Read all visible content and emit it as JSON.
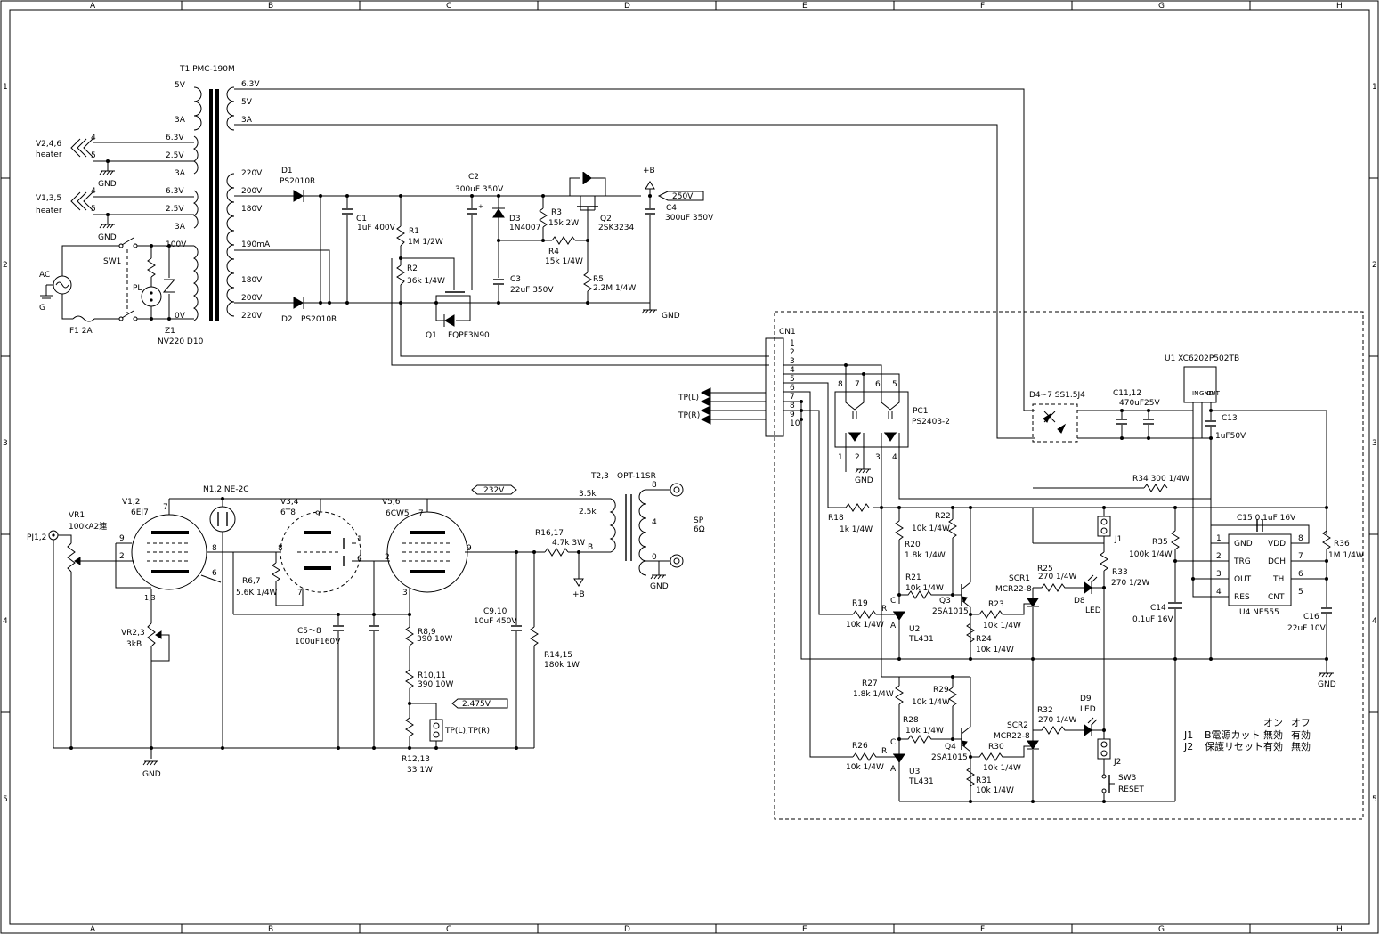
{
  "border": {
    "cols": [
      "A",
      "B",
      "C",
      "D",
      "E",
      "F",
      "G",
      "H"
    ],
    "rows": [
      "1",
      "2",
      "3",
      "4",
      "5"
    ]
  },
  "power": {
    "t1": "T1  PMC-190M",
    "pri_taps": [
      "100V",
      "0V"
    ],
    "sec_taps": [
      "6.3V",
      "5V",
      "3A",
      "220V",
      "200V",
      "180V",
      "190mA",
      "180V",
      "200V",
      "220V"
    ],
    "heater_taps": [
      "5V",
      "3A",
      "6.3V",
      "2.5V",
      "3A",
      "6.3V",
      "2.5V",
      "3A"
    ],
    "heater_pins": [
      "4",
      "5",
      "4",
      "5"
    ],
    "heater1": [
      "V2,4,6",
      "heater"
    ],
    "heater2": [
      "V1,3,5",
      "heater"
    ],
    "ac": "AC",
    "g": "G",
    "sw1": "SW1",
    "pl": "PL",
    "f1": "F1  2A",
    "z1": [
      "Z1",
      "NV220 D10"
    ],
    "d1": [
      "D1",
      "PS2010R"
    ],
    "d2": [
      "D2",
      "PS2010R"
    ],
    "c1": [
      "C1",
      "1uF 400V"
    ],
    "c2": "C2",
    "c2v": "300uF 350V",
    "r1": [
      "R1",
      "1M 1/2W"
    ],
    "r2": [
      "R2",
      "36k 1/4W"
    ],
    "q1": [
      "Q1",
      "FQPF3N90"
    ],
    "d3": [
      "D3",
      "1N4007"
    ],
    "c3": [
      "C3",
      "22uF 350V"
    ],
    "r3": [
      "R3",
      "15k 2W"
    ],
    "r4": [
      "R4",
      "15k 1/4W"
    ],
    "r5": [
      "R5",
      "2.2M 1/4W"
    ],
    "q2": [
      "Q2",
      "2SK3234"
    ],
    "b": "+B",
    "v250": "250V",
    "c4": [
      "C4",
      "300uF 350V"
    ],
    "gnd": "GND"
  },
  "amp": {
    "pj": "PJ1,2",
    "vr1": [
      "VR1",
      "100kA2連"
    ],
    "v1": [
      "V1,2",
      "6EJ7"
    ],
    "n1": "N1,2  NE-2C",
    "v3": [
      "V3,4",
      "6T8"
    ],
    "v5": [
      "V5,6",
      "6CW5"
    ],
    "v232": "232V",
    "t2": "T2,3",
    "opt": "OPT-11SR",
    "taps": [
      "3.5k",
      "2.5k",
      "B"
    ],
    "sp": [
      "SP",
      "6Ω"
    ],
    "sp_pins": [
      "8",
      "4",
      "0"
    ],
    "r16": [
      "R16,17",
      "4.7k 3W"
    ],
    "b2": "+B",
    "r6": [
      "R6,7",
      "5.6K 1/4W"
    ],
    "vr2": [
      "VR2,3",
      "3kB"
    ],
    "c5": [
      "C5～8",
      "100uF160V"
    ],
    "r8": [
      "R8,9",
      "390 10W"
    ],
    "r10": [
      "R10,11",
      "390 10W"
    ],
    "v2475": "2.475V",
    "tp": "TP(L),TP(R)",
    "r12": [
      "R12,13",
      "33 1W"
    ],
    "c9": [
      "C9,10",
      "10uF 450V"
    ],
    "r14": [
      "R14,15",
      "180k 1W"
    ],
    "gnd": "GND",
    "pins": [
      "7",
      "9",
      "2",
      "8",
      "6",
      "1,3",
      "9",
      "7",
      "8",
      "6",
      "1",
      "7",
      "2",
      "9",
      "3"
    ]
  },
  "prot": {
    "cn1": "CN1",
    "cn_pins": [
      "1",
      "2",
      "3",
      "4",
      "5",
      "6",
      "7",
      "8",
      "9",
      "10"
    ],
    "tpl": "TP(L)",
    "tpr": "TP(R)",
    "pc1": [
      "PC1",
      "PS2403-2"
    ],
    "pc_top": [
      "8",
      "7",
      "6",
      "5"
    ],
    "pc_bot": [
      "1",
      "2",
      "3",
      "4"
    ],
    "d4": "D4~7  SS1.5J4",
    "c11": [
      "C11,12",
      "470uF25V"
    ],
    "u1": "U1  XC6202P502TB",
    "u1pins": [
      "IN",
      "GND",
      "OUT"
    ],
    "c13": [
      "C13",
      "1uF50V"
    ],
    "r34": "R34  300 1/4W",
    "r18": [
      "R18",
      "1k 1/4W"
    ],
    "c15": "C15    0.1uF 16V",
    "r22": [
      "R22",
      "10k 1/4W"
    ],
    "r20": [
      "R20",
      "1.8k 1/4W"
    ],
    "j1": "J1",
    "r35": [
      "R35",
      "100k 1/4W"
    ],
    "r36": [
      "R36",
      "1M 1/4W"
    ],
    "r21": [
      "R21",
      "10k 1/4W"
    ],
    "q3": [
      "Q3",
      "2SA1015"
    ],
    "r25": [
      "R25",
      "270 1/4W"
    ],
    "scr1": [
      "SCR1",
      "MCR22-8"
    ],
    "r33": [
      "R33",
      "270 1/2W"
    ],
    "d8": [
      "D8",
      "LED"
    ],
    "r19": [
      "R19",
      "10k 1/4W"
    ],
    "u2": [
      "U2",
      "TL431"
    ],
    "r23": [
      "R23",
      "10k 1/4W"
    ],
    "r24": [
      "R24",
      "10k 1/4W"
    ],
    "c14": [
      "C14",
      "0.1uF 16V"
    ],
    "u4": "U4  NE555",
    "u4pins": [
      "GND",
      "TRG",
      "OUT",
      "RES",
      "VDD",
      "DCH",
      "TH",
      "CNT"
    ],
    "u4nums": [
      "1",
      "2",
      "3",
      "4",
      "8",
      "7",
      "6",
      "5"
    ],
    "c16": [
      "C16",
      "22uF 10V"
    ],
    "gnd": "GND",
    "r27": [
      "R27",
      "1.8k 1/4W"
    ],
    "r29": [
      "R29",
      "10k 1/4W"
    ],
    "r28": [
      "R28",
      "10k 1/4W"
    ],
    "q4": [
      "Q4",
      "2SA1015"
    ],
    "r32": [
      "R32",
      "270 1/4W"
    ],
    "d9": [
      "D9",
      "LED"
    ],
    "scr2": [
      "SCR2",
      "MCR22-8"
    ],
    "r26": [
      "R26",
      "10k 1/4W"
    ],
    "u3": [
      "U3",
      "TL431"
    ],
    "r30": [
      "R30",
      "10k 1/4W"
    ],
    "r31": [
      "R31",
      "10k 1/4W"
    ],
    "j2": "J2",
    "sw3": [
      "SW3",
      "RESET"
    ],
    "rka": [
      "R",
      "C",
      "A",
      "R",
      "C",
      "A"
    ]
  },
  "legend": {
    "header": [
      "オン",
      "オフ"
    ],
    "rows": [
      [
        "J1",
        "B電源カット",
        "無効",
        "有効"
      ],
      [
        "J2",
        "保護リセット",
        "有効",
        "無効"
      ]
    ]
  }
}
